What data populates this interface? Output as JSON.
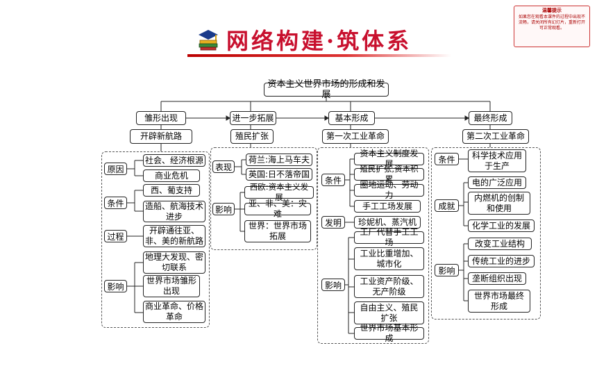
{
  "header": {
    "title": "网络构建·筑体系",
    "hint_title": "温馨提示",
    "hint_text": "如果您在观看本课件的过程中出现不流畅，请关闭所有幻灯片，重新打开可正常观看。"
  },
  "diagram": {
    "root": "资本主义世界市场的形成和发展",
    "stages": [
      "雏形出现",
      "进一步拓展",
      "基本形成",
      "最终形成"
    ],
    "topics": [
      "开辟新航路",
      "殖民扩张",
      "第一次工业革命",
      "第二次工业革命"
    ],
    "col1": {
      "yuanyin": "原因",
      "yuanyin_items": [
        "社会、经济根源",
        "商业危机"
      ],
      "tiaojian": "条件",
      "tiaojian_items": [
        "西、葡支持",
        "造船、航海技术\n进步"
      ],
      "guocheng": "过程",
      "guocheng_items": [
        "开辟通往亚、\n非、美的新航路"
      ],
      "yingxiang": "影响",
      "yingxiang_items": [
        "地理大发现、密\n切联系",
        "世界市场雏形\n出现",
        "商业革命、价格\n革命"
      ]
    },
    "col2": {
      "biaoxian": "表现",
      "biaoxian_items": [
        "荷兰:海上马车夫",
        "英国:日不落帝国"
      ],
      "yingxiang": "影响",
      "yingxiang_items": [
        "西欧:资本主义发展",
        "亚、非、美：灾难",
        "世界：世界市场\n拓展"
      ]
    },
    "col3": {
      "tiaojian": "条件",
      "tiaojian_items": [
        "资本主义制度发展",
        "殖民扩张,资本积累",
        "圈地运动、劳动力",
        "手工工场发展"
      ],
      "faming": "发明",
      "faming_items": [
        "珍妮机、蒸汽机"
      ],
      "yingxiang": "影响",
      "yingxiang_items": [
        "工厂代替手工工场",
        "工业比重增加、\n城市化",
        "工业资产阶级、\n无产阶级",
        "自由主义、殖民\n扩张",
        "世界市场基本形成"
      ]
    },
    "col4": {
      "tiaojian": "条件",
      "tiaojian_items": [
        "科学技术应用\n于生产"
      ],
      "chengjiu": "成就",
      "chengjiu_items": [
        "电的广泛应用",
        "内燃机的创制\n和使用",
        "化学工业的发展"
      ],
      "yingxiang": "影响",
      "yingxiang_items": [
        "改变工业结构",
        "传统工业的进步",
        "垄断组织出现",
        "世界市场最终\n形成"
      ]
    }
  }
}
